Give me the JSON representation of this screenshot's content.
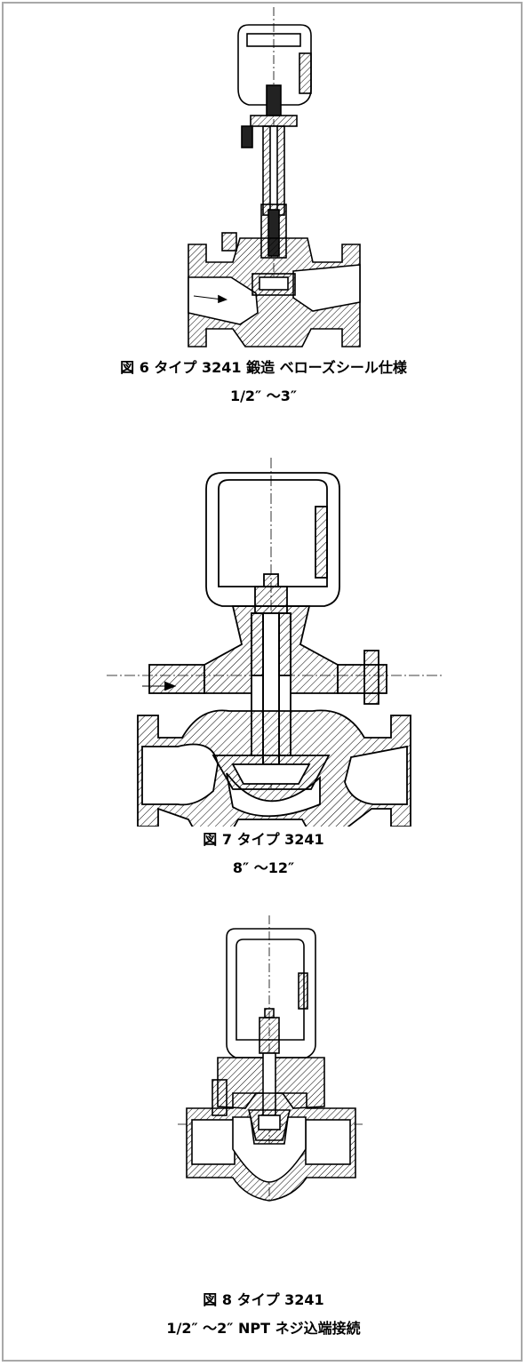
{
  "figures": [
    {
      "caption_line1": "図 6 タイプ 3241 鍛造 ベローズシール仕様",
      "caption_line2": "1/2″ ～3″"
    },
    {
      "caption_line1": "図 7 タイプ 3241",
      "caption_line2": "8″ ～12″"
    },
    {
      "caption_line1": "図 8 タイプ 3241",
      "caption_line2": "1/2″ ～2″ NPT ネジ込端接続"
    }
  ]
}
